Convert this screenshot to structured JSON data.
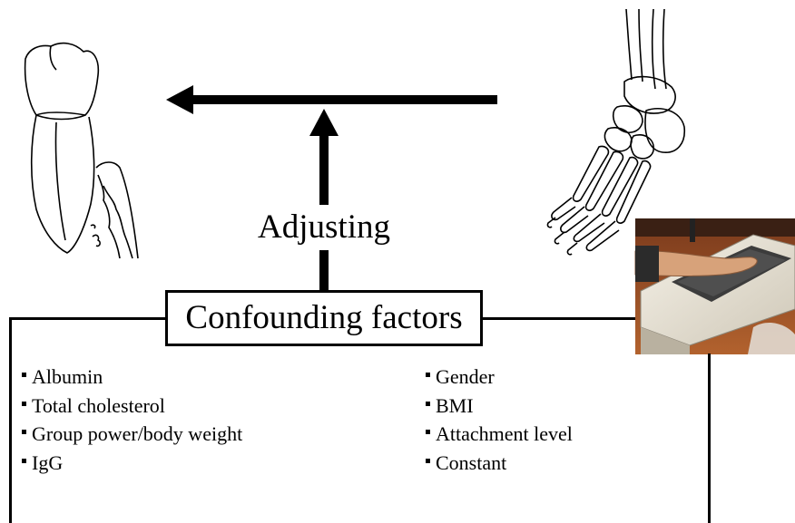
{
  "diagram": {
    "adjusting_label": "Adjusting",
    "confounding_title": "Confounding factors",
    "left_factors": [
      "Albumin",
      "Total cholesterol",
      "Group power/body weight",
      "IgG"
    ],
    "right_factors": [
      "Gender",
      "BMI",
      "Attachment level",
      "Constant"
    ],
    "images": {
      "tooth": "tooth-with-periodontal-bone-drawing",
      "foot": "foot-skeleton-drawing",
      "photo": "bone-densitometer-photo"
    },
    "colors": {
      "line": "#000000",
      "background": "#ffffff"
    }
  }
}
